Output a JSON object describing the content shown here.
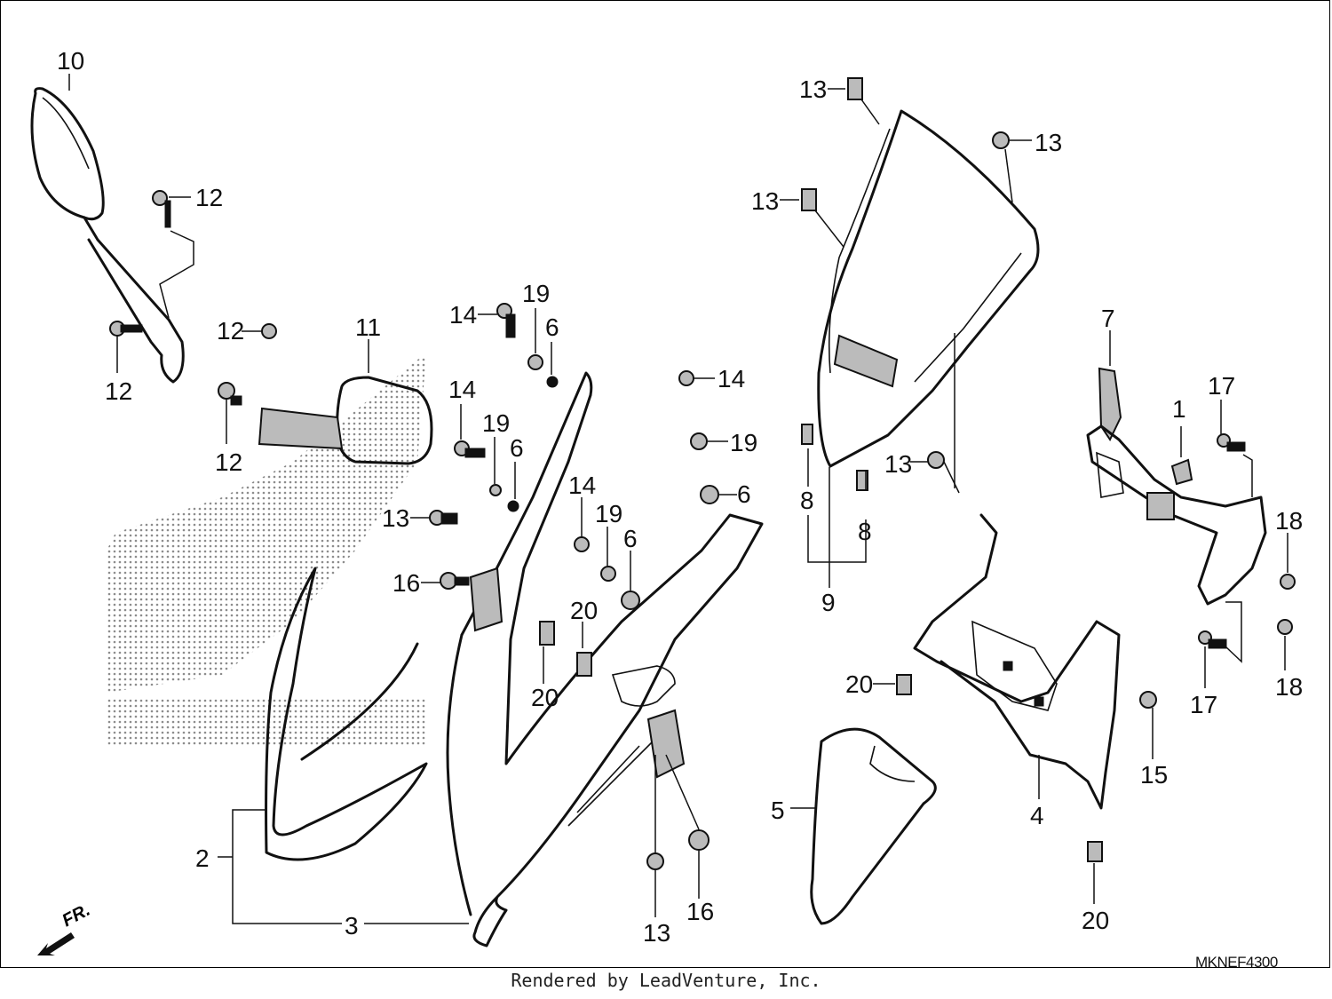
{
  "diagram": {
    "drawing_code": "MKNEF4300",
    "footer": "Rendered by LeadVenture, Inc.",
    "direction_mark": "FR.",
    "callouts": [
      {
        "id": "c10a",
        "text": "10"
      },
      {
        "id": "c12a",
        "text": "12"
      },
      {
        "id": "c12b",
        "text": "12"
      },
      {
        "id": "c12c",
        "text": "12"
      },
      {
        "id": "c12d",
        "text": "12"
      },
      {
        "id": "c11",
        "text": "11"
      },
      {
        "id": "c14a",
        "text": "14"
      },
      {
        "id": "c19a",
        "text": "19"
      },
      {
        "id": "c6a",
        "text": "6"
      },
      {
        "id": "c14b",
        "text": "14"
      },
      {
        "id": "c19b",
        "text": "19"
      },
      {
        "id": "c6b",
        "text": "6"
      },
      {
        "id": "c13a",
        "text": "13"
      },
      {
        "id": "c16a",
        "text": "16"
      },
      {
        "id": "c14c",
        "text": "14"
      },
      {
        "id": "c19c",
        "text": "19"
      },
      {
        "id": "c6c",
        "text": "6"
      },
      {
        "id": "c20a",
        "text": "20"
      },
      {
        "id": "c20b",
        "text": "20"
      },
      {
        "id": "c14d",
        "text": "14"
      },
      {
        "id": "c19d",
        "text": "19"
      },
      {
        "id": "c6d",
        "text": "6"
      },
      {
        "id": "c2",
        "text": "2"
      },
      {
        "id": "c3",
        "text": "3"
      },
      {
        "id": "c13b",
        "text": "13"
      },
      {
        "id": "c16b",
        "text": "16"
      },
      {
        "id": "c13c",
        "text": "13"
      },
      {
        "id": "c13d",
        "text": "13"
      },
      {
        "id": "c13e",
        "text": "13"
      },
      {
        "id": "c13f",
        "text": "13"
      },
      {
        "id": "c8a",
        "text": "8"
      },
      {
        "id": "c8b",
        "text": "8"
      },
      {
        "id": "c9",
        "text": "9"
      },
      {
        "id": "c7",
        "text": "7"
      },
      {
        "id": "c1",
        "text": "1"
      },
      {
        "id": "c17a",
        "text": "17"
      },
      {
        "id": "c18a",
        "text": "18"
      },
      {
        "id": "c18b",
        "text": "18"
      },
      {
        "id": "c17b",
        "text": "17"
      },
      {
        "id": "c20c",
        "text": "20"
      },
      {
        "id": "c4",
        "text": "4"
      },
      {
        "id": "c15",
        "text": "15"
      },
      {
        "id": "c5",
        "text": "5"
      },
      {
        "id": "c20d",
        "text": "20"
      }
    ]
  }
}
